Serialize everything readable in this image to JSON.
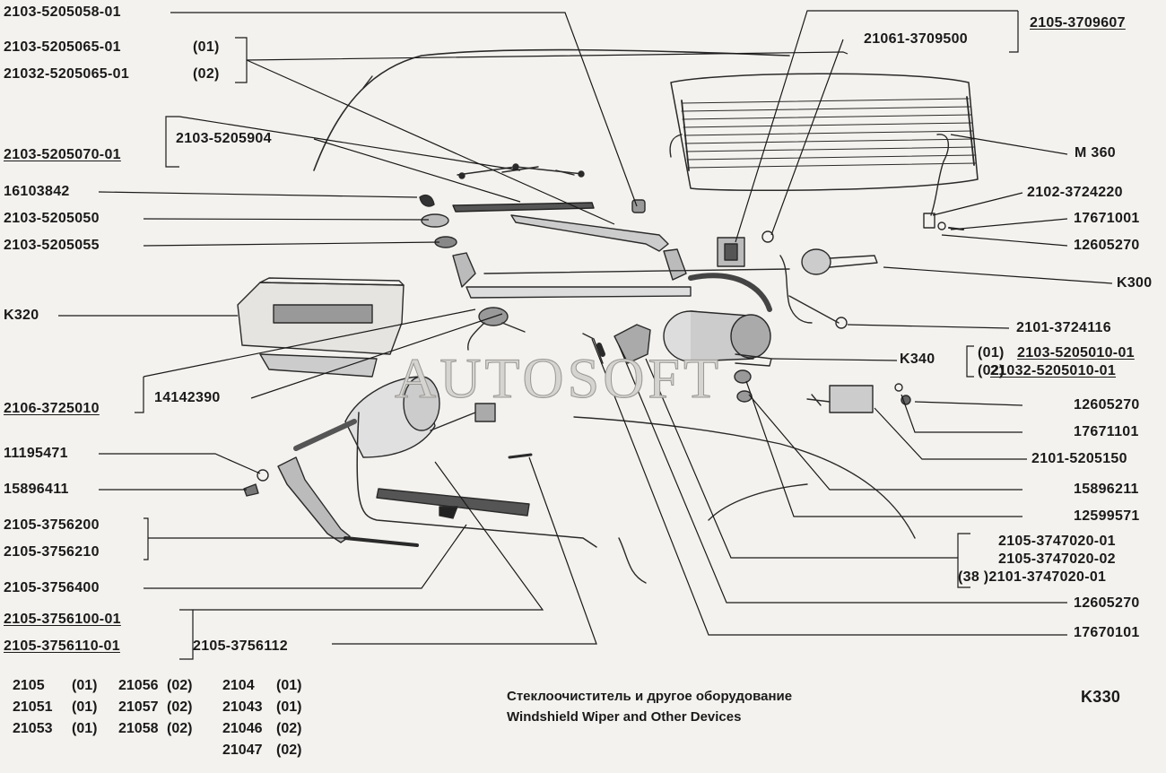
{
  "watermark": "AUTOSOFT",
  "labels": {
    "l01": "2103-5205058-01",
    "l02": "2103-5205065-01",
    "l02v": "(01)",
    "l03": "21032-5205065-01",
    "l03v": "(02)",
    "l04": "2103-5205904",
    "l05": "2103-5205070-01",
    "l06": "16103842",
    "l07": "2103-5205050",
    "l08": "2103-5205055",
    "l09": "K320",
    "l10": "2106-3725010",
    "l11": "14142390",
    "l12": "11195471",
    "l13": "15896411",
    "l14": "2105-3756200",
    "l15": "2105-3756210",
    "l16": "2105-3756400",
    "l17": "2105-3756100-01",
    "l18": "2105-3756110-01",
    "l19": "2105-3756112",
    "r01": "2105-3709607",
    "r02": "21061-3709500",
    "r03": "M 360",
    "r04": "2102-3724220",
    "r05": "17671001",
    "r06": "12605270",
    "r07": "K300",
    "r08": "2101-3724116",
    "r09": "K340",
    "r09a": "(01)",
    "r09b": "2103-5205010-01",
    "r09c": "(02)",
    "r09d": "21032-5205010-01",
    "r10": "12605270",
    "r11": "17671101",
    "r12": "2101-5205150",
    "r13": "15896211",
    "r14": "12599571",
    "r15": "2105-3747020-01",
    "r16": "2105-3747020-02",
    "r17": "(38 )2101-3747020-01",
    "r18": "12605270",
    "r19": "17670101"
  },
  "models": {
    "c1": [
      [
        "2105",
        "(01)"
      ],
      [
        "21051",
        "(01)"
      ],
      [
        "21053",
        "(01)"
      ]
    ],
    "c2": [
      [
        "21056",
        "(02)"
      ],
      [
        "21057",
        "(02)"
      ],
      [
        "21058",
        "(02)"
      ]
    ],
    "c3": [
      [
        "2104",
        "(01)"
      ],
      [
        "21043",
        "(01)"
      ],
      [
        "21046",
        "(02)"
      ],
      [
        "21047",
        "(02)"
      ]
    ]
  },
  "caption": {
    "ru": "Стеклоочиститель и другое оборудование",
    "en": "Windshield Wiper and Other Devices",
    "code": "K330"
  }
}
